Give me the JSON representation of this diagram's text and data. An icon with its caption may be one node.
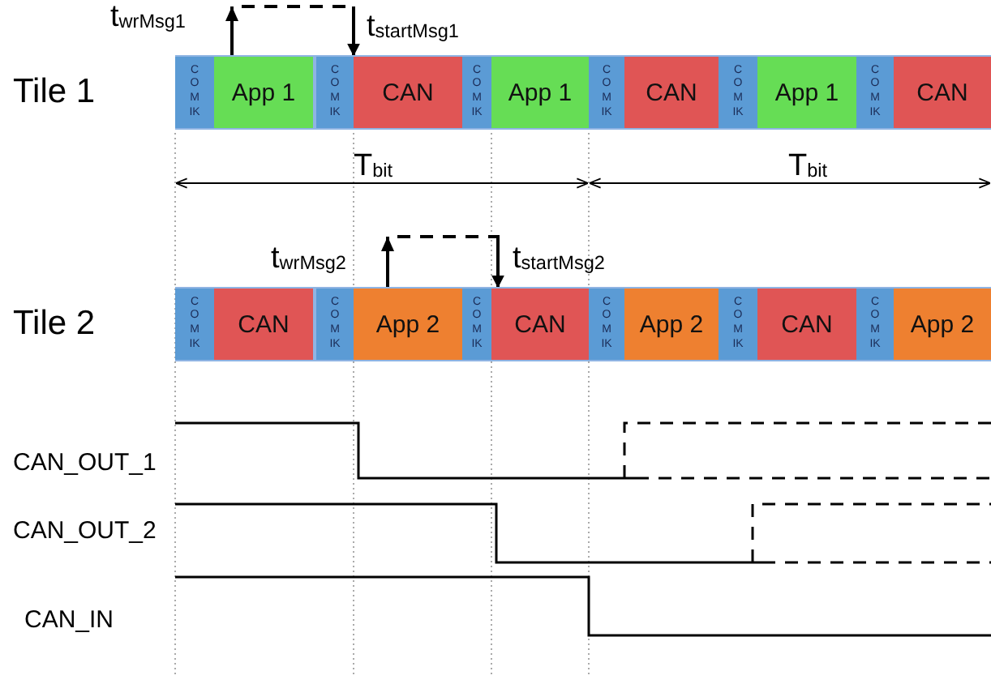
{
  "diagram": {
    "nodes": [
      {
        "text": [
          "COMIK"
        ]
      },
      {
        "text": [
          "App 1"
        ]
      },
      {
        "text": [
          "COMIK"
        ]
      },
      {
        "text": [
          "CAN"
        ]
      },
      {
        "text": [
          "COMIK"
        ]
      },
      {
        "text": [
          "App 1"
        ]
      },
      {
        "text": [
          "COMIK"
        ]
      },
      {
        "text": [
          "CAN"
        ]
      },
      {
        "text": [
          "COMIK"
        ]
      },
      {
        "text": [
          "App 1"
        ]
      },
      {
        "text": [
          "COMIK"
        ]
      },
      {
        "text": [
          "CAN"
        ]
      },
      {
        "text": [
          "COMIK"
        ]
      },
      {
        "text": [
          "CAN"
        ]
      },
      {
        "text": [
          "COMIK"
        ]
      },
      {
        "text": [
          "App 2"
        ]
      },
      {
        "text": [
          "COMIK"
        ]
      },
      {
        "text": [
          "CAN"
        ]
      },
      {
        "text": [
          "COMIK"
        ]
      },
      {
        "text": [
          "App 2"
        ]
      },
      {
        "text": [
          "COMIK"
        ]
      },
      {
        "text": [
          "CAN"
        ]
      },
      {
        "text": [
          "COMIK"
        ]
      },
      {
        "text": [
          "App 2"
        ]
      }
    ],
    "edges": [
      {
        "from": 1,
        "to": 3,
        "arrow": "to"
      },
      {
        "from": 15,
        "to": 17,
        "arrow": "to"
      }
    ],
    "labels": [
      "t$_{wrMsg1}$",
      "t$_{startMsg1}$",
      "Tile 1",
      "T$_{bit}$",
      "T$_{bit}$",
      "t$_{wrMsg2}$",
      "t$_{startMsg2}$",
      "Tile 2",
      "CAN_OUT_1",
      "CAN_OUT_2",
      "CAN_IN"
    ]
  }
}
